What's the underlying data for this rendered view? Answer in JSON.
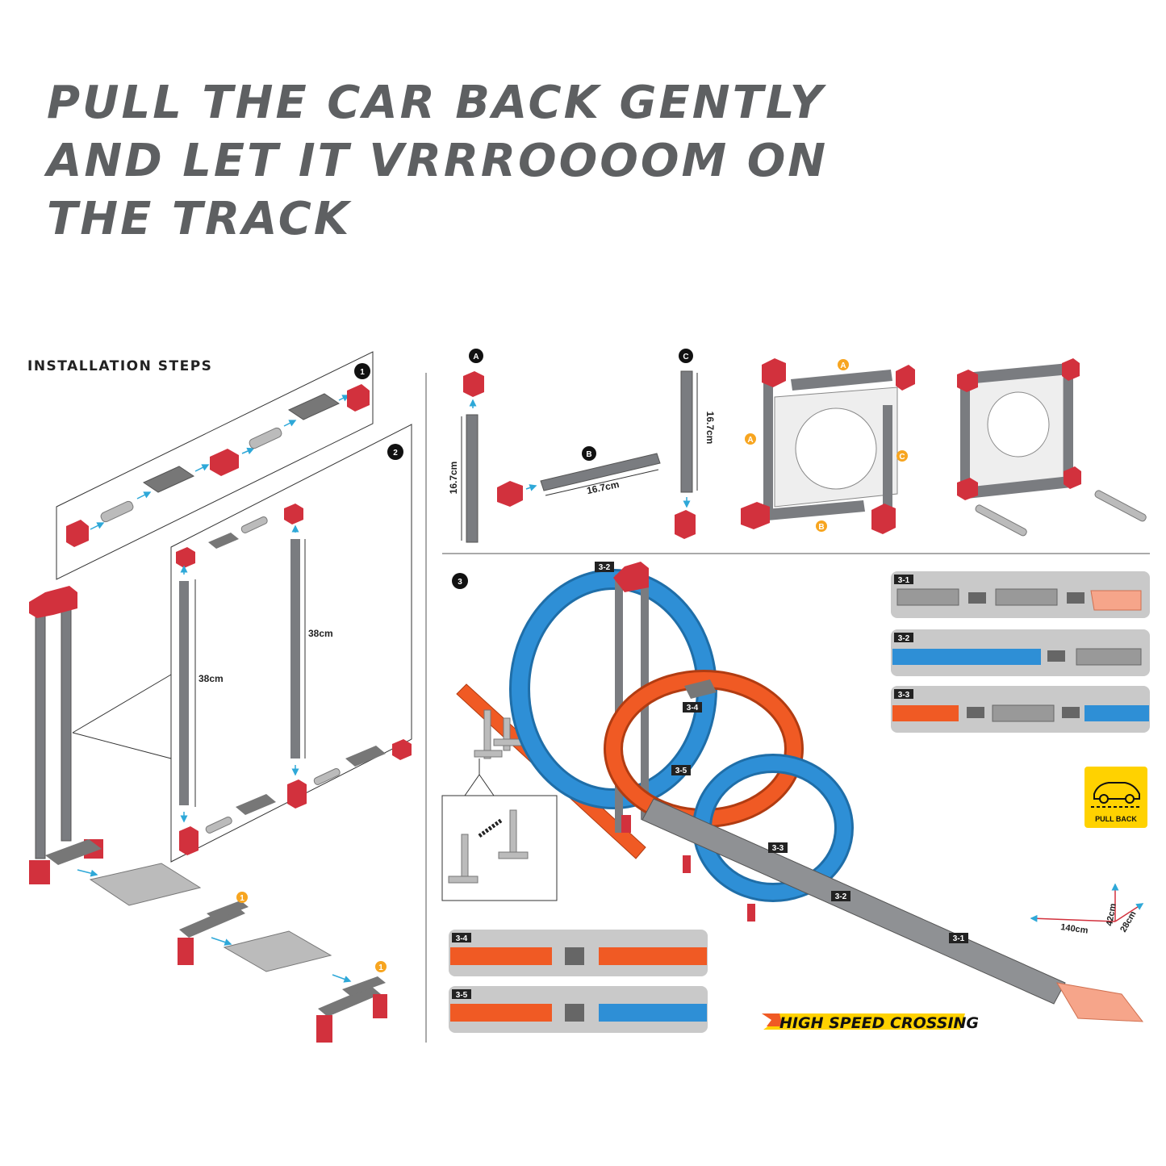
{
  "headline": {
    "line1": "PULL THE CAR BACK GENTLY",
    "line2": "AND LET IT VRRROOOOM ON",
    "line3": "THE TRACK"
  },
  "steps_title": "INSTALLATION STEPS",
  "step_numbers": {
    "one": "1",
    "two": "2",
    "three": "3"
  },
  "markers": {
    "a": "A",
    "b": "B",
    "c": "C",
    "one": "1"
  },
  "dimensions": {
    "pole_38": "38cm",
    "pole_167": "16.7cm",
    "width": "140cm",
    "height": "42cm",
    "depth": "28cm"
  },
  "track_tags": {
    "t31": "3-1",
    "t32": "3-2",
    "t33": "3-3",
    "t34": "3-4",
    "t35": "3-5"
  },
  "badge": {
    "pull_back": "PULL BACK"
  },
  "banner": {
    "text": "HIGH SPEED CROSSING"
  },
  "colors": {
    "red": "#d2313d",
    "gray_pole": "#7a7c80",
    "blue_track": "#2e8fd6",
    "orange_track": "#f05a24",
    "panel": "#c9c9c9",
    "badge_yellow": "#ffd200",
    "arrow_blue": "#2ea8d8",
    "marker_orange": "#f7a520"
  }
}
